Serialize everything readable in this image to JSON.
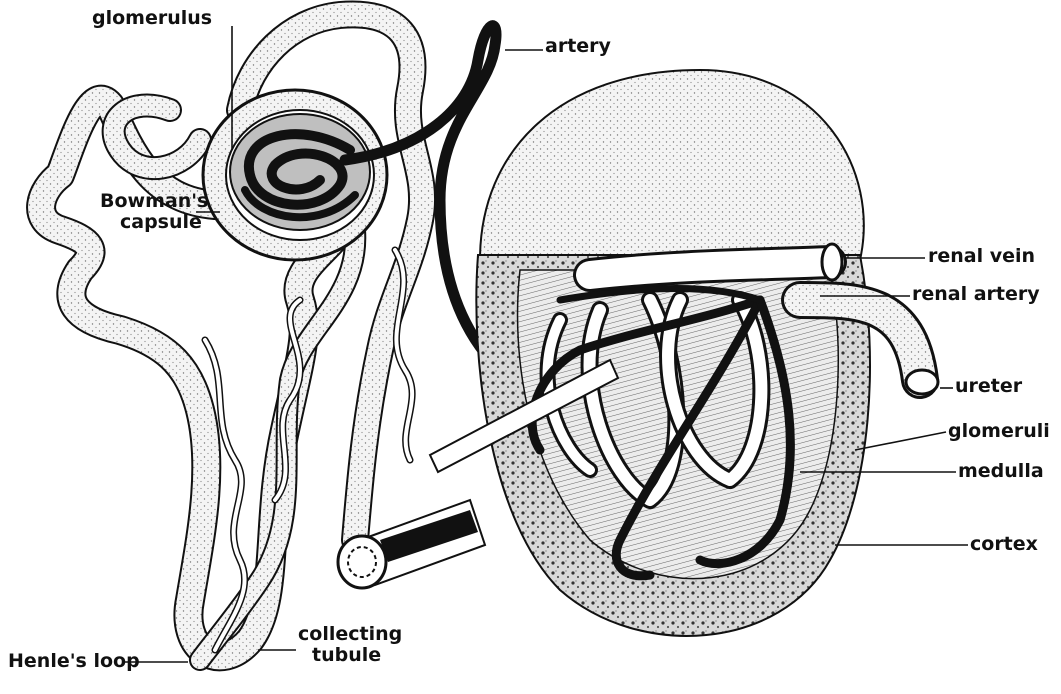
{
  "labels": {
    "glomerulus": "glomerulus",
    "artery": "artery",
    "bowmans_capsule_1": "Bowman's",
    "bowmans_capsule_2": "capsule",
    "renal_vein": "renal vein",
    "renal_artery": "renal artery",
    "ureter": "ureter",
    "glomeruli": "glomeruli",
    "medulla": "medulla",
    "cortex": "cortex",
    "henles_loop": "Henle's loop",
    "collecting_tubule_1": "collecting",
    "collecting_tubule_2": "tubule"
  }
}
